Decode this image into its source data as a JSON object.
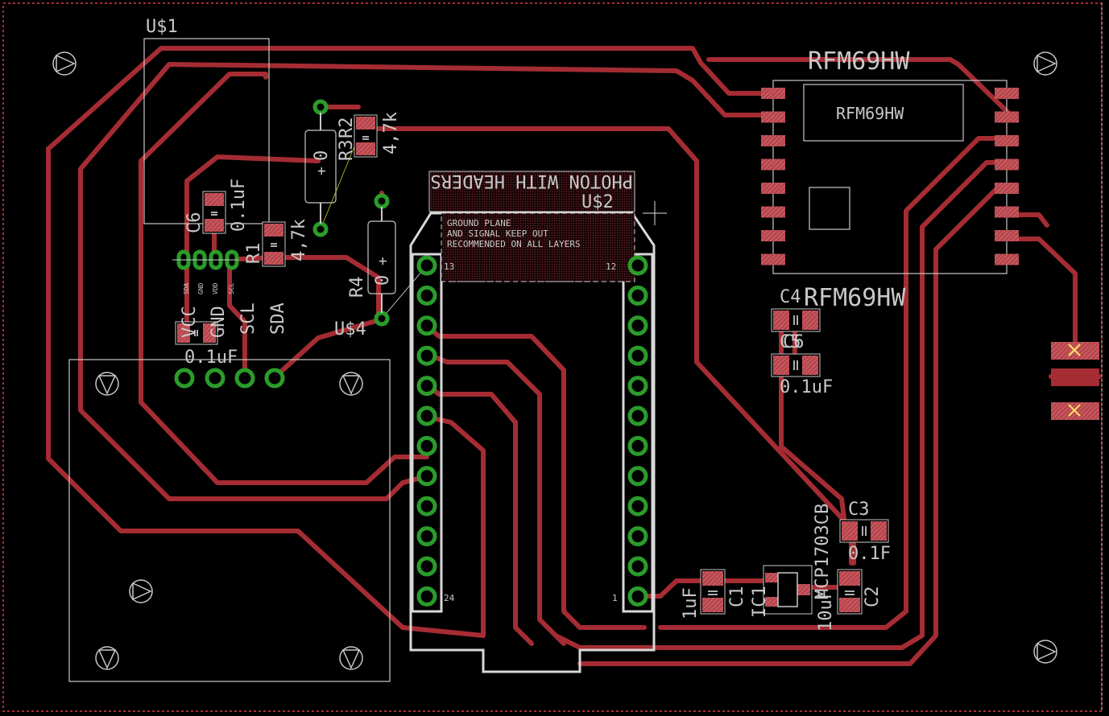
{
  "colors": {
    "background": "#000000",
    "trace": "#a52c33",
    "outline": "#c8c8c8",
    "pad": "#2a9c2a",
    "pad_hole": "#000000",
    "smd": "#b9454c",
    "smd_hatch": "#d98a8f",
    "board_edge": "#a52c33",
    "accent": "#ffe066"
  },
  "labels": {
    "u1_name": "U$1",
    "u2_name": "U$2",
    "u4_name": "U$4",
    "photon_title": "PHOTON WITH HEADERS",
    "keepout_line1": "GROUND PLANE",
    "keepout_line2": "AND SIGNAL KEEP OUT",
    "keepout_line3": "RECOMMENDED ON ALL LAYERS",
    "rfm_title": "RFM69HW",
    "rfm_inner": "RFM69HW",
    "rfm_value": "RFM69HW",
    "pin_13": "13",
    "pin_12": "12",
    "pin_24": "24",
    "pin_1": "1",
    "r1_name": "R1",
    "r1_value": "4,7k",
    "r3_name": "R3",
    "r3_value": "4,7k",
    "r2_name": "R2",
    "r4_name": "R4",
    "r2_value": "0",
    "r4_value": "0",
    "c6_name": "C6",
    "c6_value": "0.1uF",
    "c5_value": "0.1uF",
    "c4_name": "C4",
    "c5_name": "C5",
    "c6b_name": "C6",
    "c45_value": "0.1uF",
    "c3_name": "C3",
    "c3_value": "0.1F",
    "c1_name": "C1",
    "c1_value": "1uF",
    "c2_name": "C2",
    "c2_value": "10uF",
    "ic1_name": "IC1",
    "ic1_value": "MCP1703CB",
    "hdr_vcc": "VCC",
    "hdr_gnd": "GND",
    "hdr_scl": "SCL",
    "hdr_sda": "SDA",
    "pin_sda_small": "SDA",
    "pin_gnd_small": "GND",
    "pin_vdd_small": "VDD",
    "pin_scl_small": "SCL",
    "plus": "+"
  }
}
